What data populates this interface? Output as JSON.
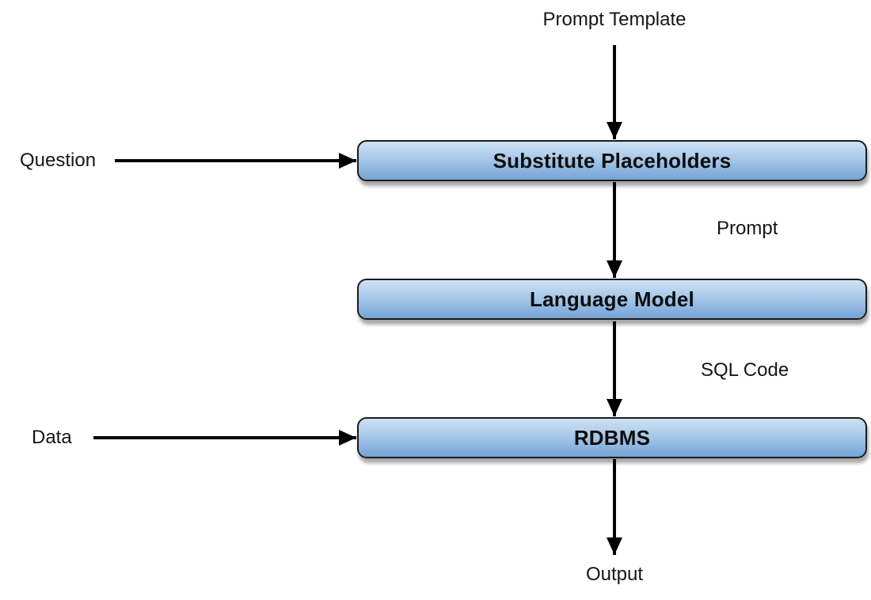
{
  "diagram": {
    "type": "flowchart",
    "description": "Text-to-SQL pipeline: a prompt template and question are combined, sent to a language model that emits SQL code, which is run on an RDBMS over data to produce output.",
    "nodes": [
      {
        "id": "substitute-placeholders",
        "label": "Substitute Placeholders"
      },
      {
        "id": "language-model",
        "label": "Language Model"
      },
      {
        "id": "rdbms",
        "label": "RDBMS"
      }
    ],
    "labels": {
      "prompt_template": "Prompt Template",
      "question": "Question",
      "prompt": "Prompt",
      "sql_code": "SQL Code",
      "data": "Data",
      "output": "Output"
    },
    "edges": [
      {
        "from": "Prompt Template",
        "to": "Substitute Placeholders"
      },
      {
        "from": "Question",
        "to": "Substitute Placeholders"
      },
      {
        "from": "Substitute Placeholders",
        "to": "Language Model",
        "label": "Prompt"
      },
      {
        "from": "Language Model",
        "to": "RDBMS",
        "label": "SQL Code"
      },
      {
        "from": "Data",
        "to": "RDBMS"
      },
      {
        "from": "RDBMS",
        "to": "Output"
      }
    ],
    "colors": {
      "background": "#ffffff",
      "box_gradient_top": "#cfe2f4",
      "box_gradient_bottom": "#74a3d6",
      "box_border": "#1c1c1c",
      "arrow": "#000000",
      "text": "#131313"
    }
  }
}
